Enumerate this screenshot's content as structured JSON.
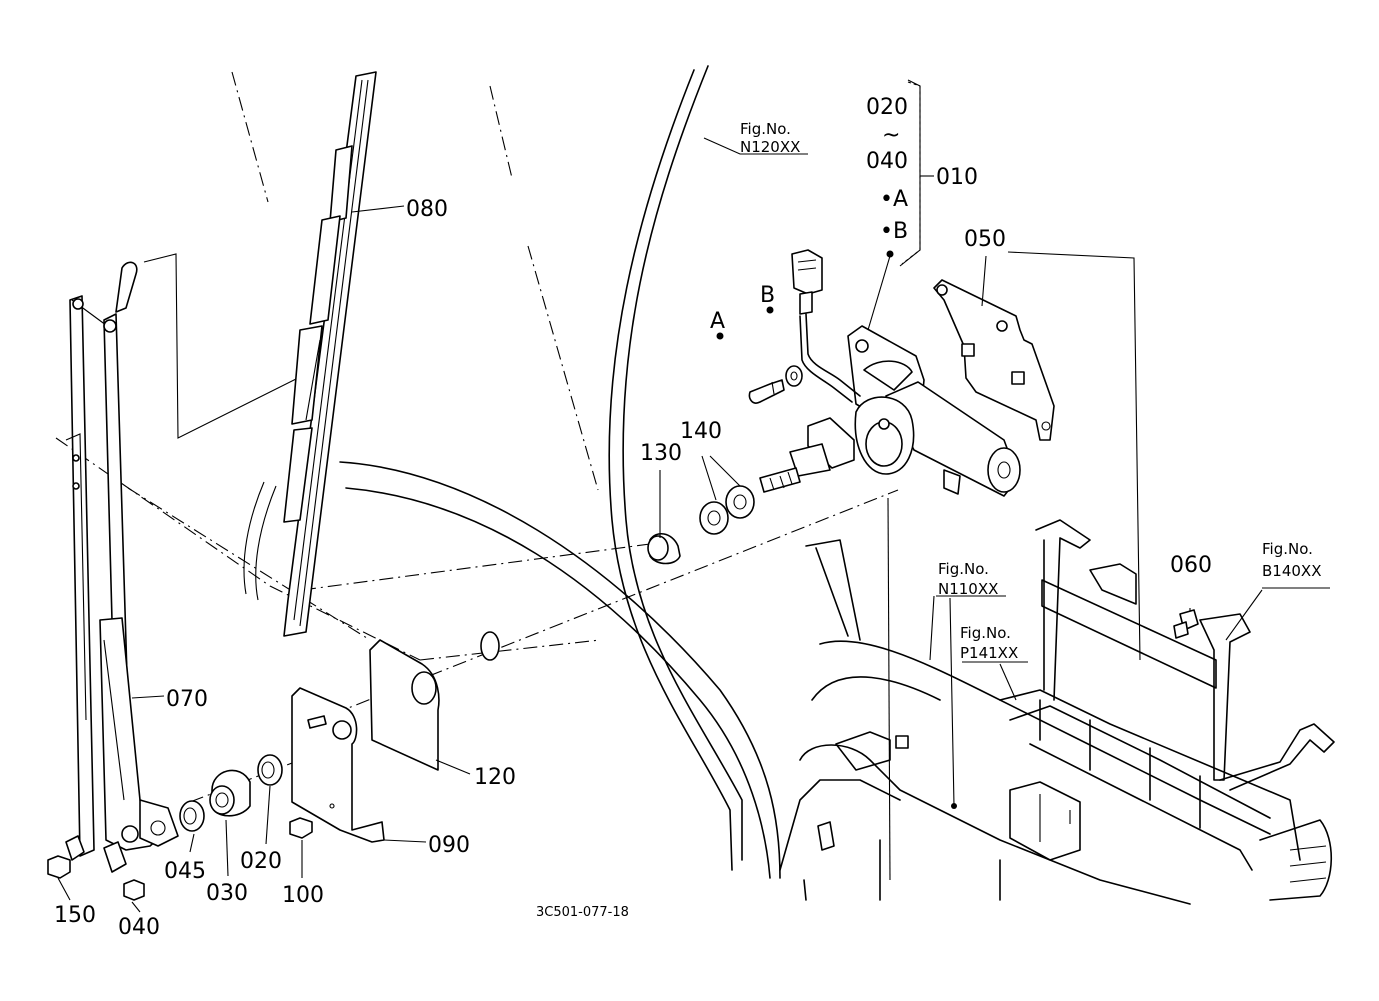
{
  "labels": {
    "p010": "010",
    "p020_range_start": "020",
    "p020_range_tilde": "~",
    "p040_range_end": "040",
    "range_dot_a": "•A",
    "range_dot_b": "•B",
    "p050": "050",
    "p060": "060",
    "p070": "070",
    "p080": "080",
    "p090": "090",
    "p100": "100",
    "p120": "120",
    "p130": "130",
    "p140": "140",
    "p150": "150",
    "p040": "040",
    "p045": "045",
    "p030": "030",
    "p020": "020",
    "a": "A",
    "b": "B"
  },
  "figure_refs": {
    "n120_title": "Fig.No.",
    "n120_code": "N120XX",
    "n110_title": "Fig.No.",
    "n110_code": "N110XX",
    "p141_title": "Fig.No.",
    "p141_code": "P141XX",
    "b140_title": "Fig.No.",
    "b140_code": "B140XX"
  },
  "drawing_code": "3C501-077-18"
}
